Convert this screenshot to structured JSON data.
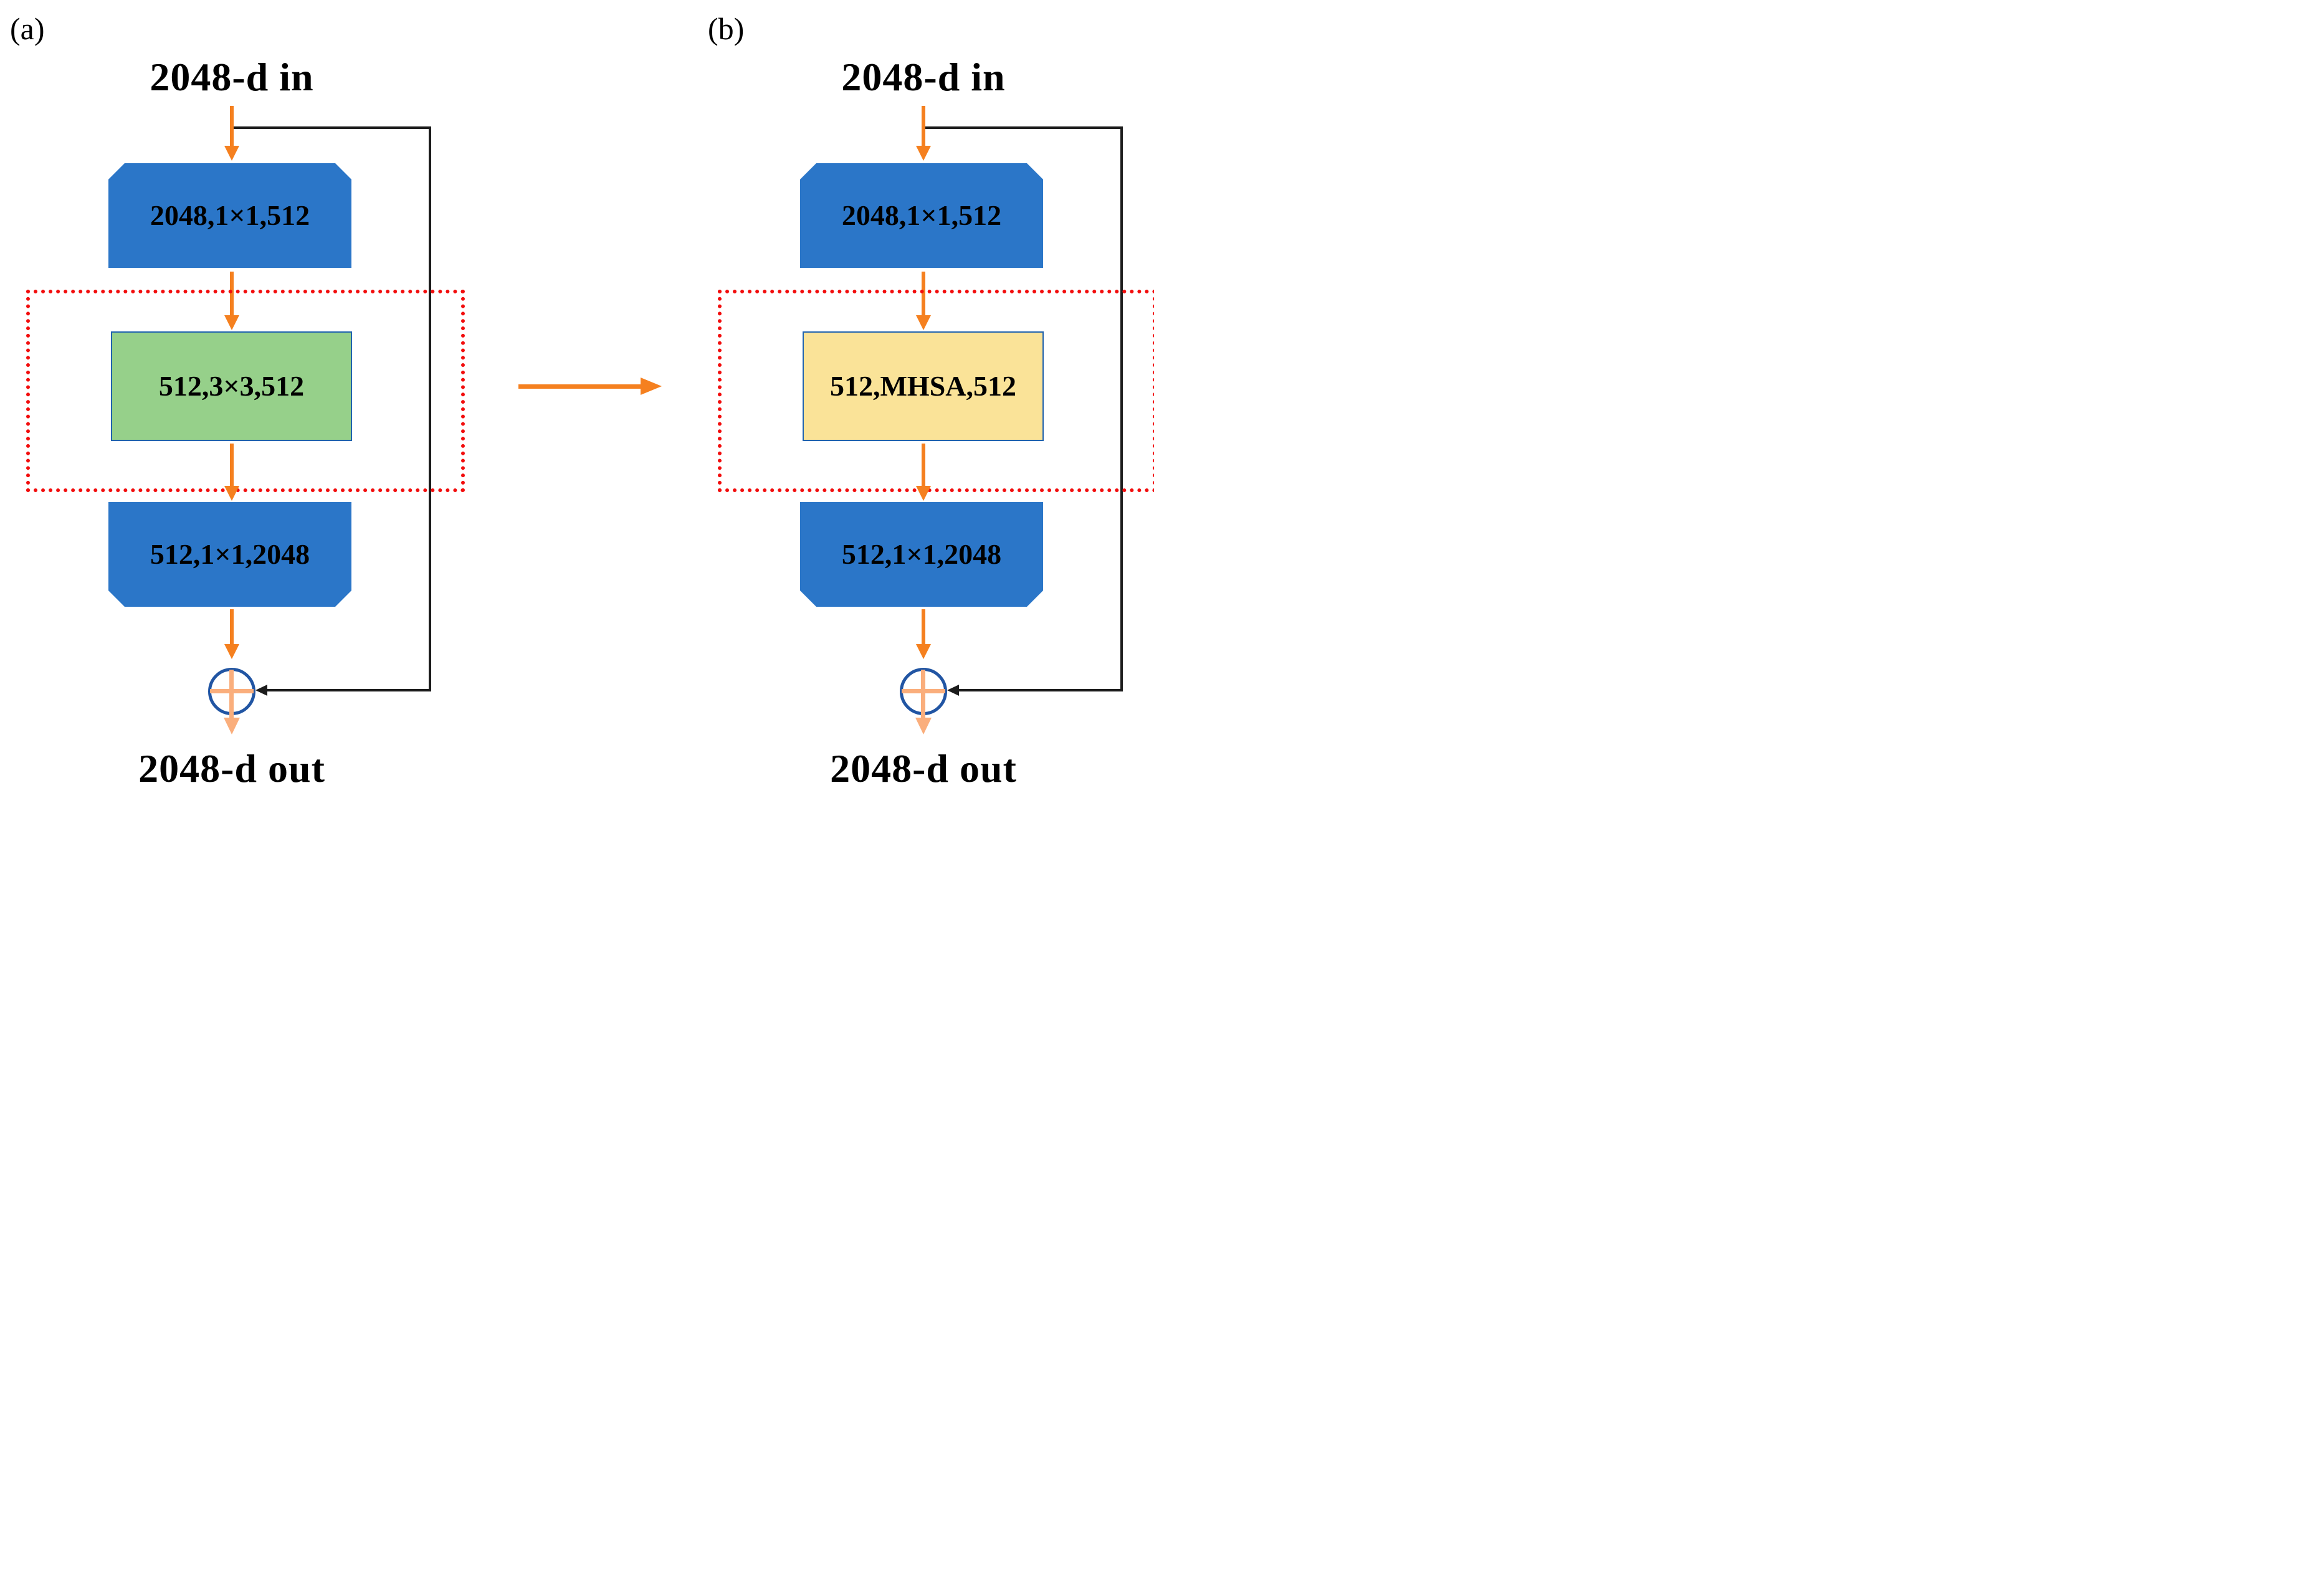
{
  "colors": {
    "block-blue": "#2B76C8",
    "spatial-green": "#96D08A",
    "mhsa-yellow": "#FAE398",
    "box-border-blue": "#2163AE",
    "highlight-red": "#F20D0D",
    "arrow-orange": "#F5801F",
    "arrow-light-orange": "#FAAE7C",
    "sum-circle-blue": "#2155A3",
    "line-black": "#1C1C1C"
  },
  "panels": {
    "a": {
      "label": "(a)",
      "input_label": "2048-d in",
      "block1": "2048,1×1,512",
      "block2": "512,3×3,512",
      "block3": "512,1×1,2048",
      "output_label": "2048-d out"
    },
    "b": {
      "label": "(b)",
      "input_label": "2048-d in",
      "block1": "2048,1×1,512",
      "block2": "512,MHSA,512",
      "block3": "512,1×1,2048",
      "output_label": "2048-d out"
    }
  }
}
